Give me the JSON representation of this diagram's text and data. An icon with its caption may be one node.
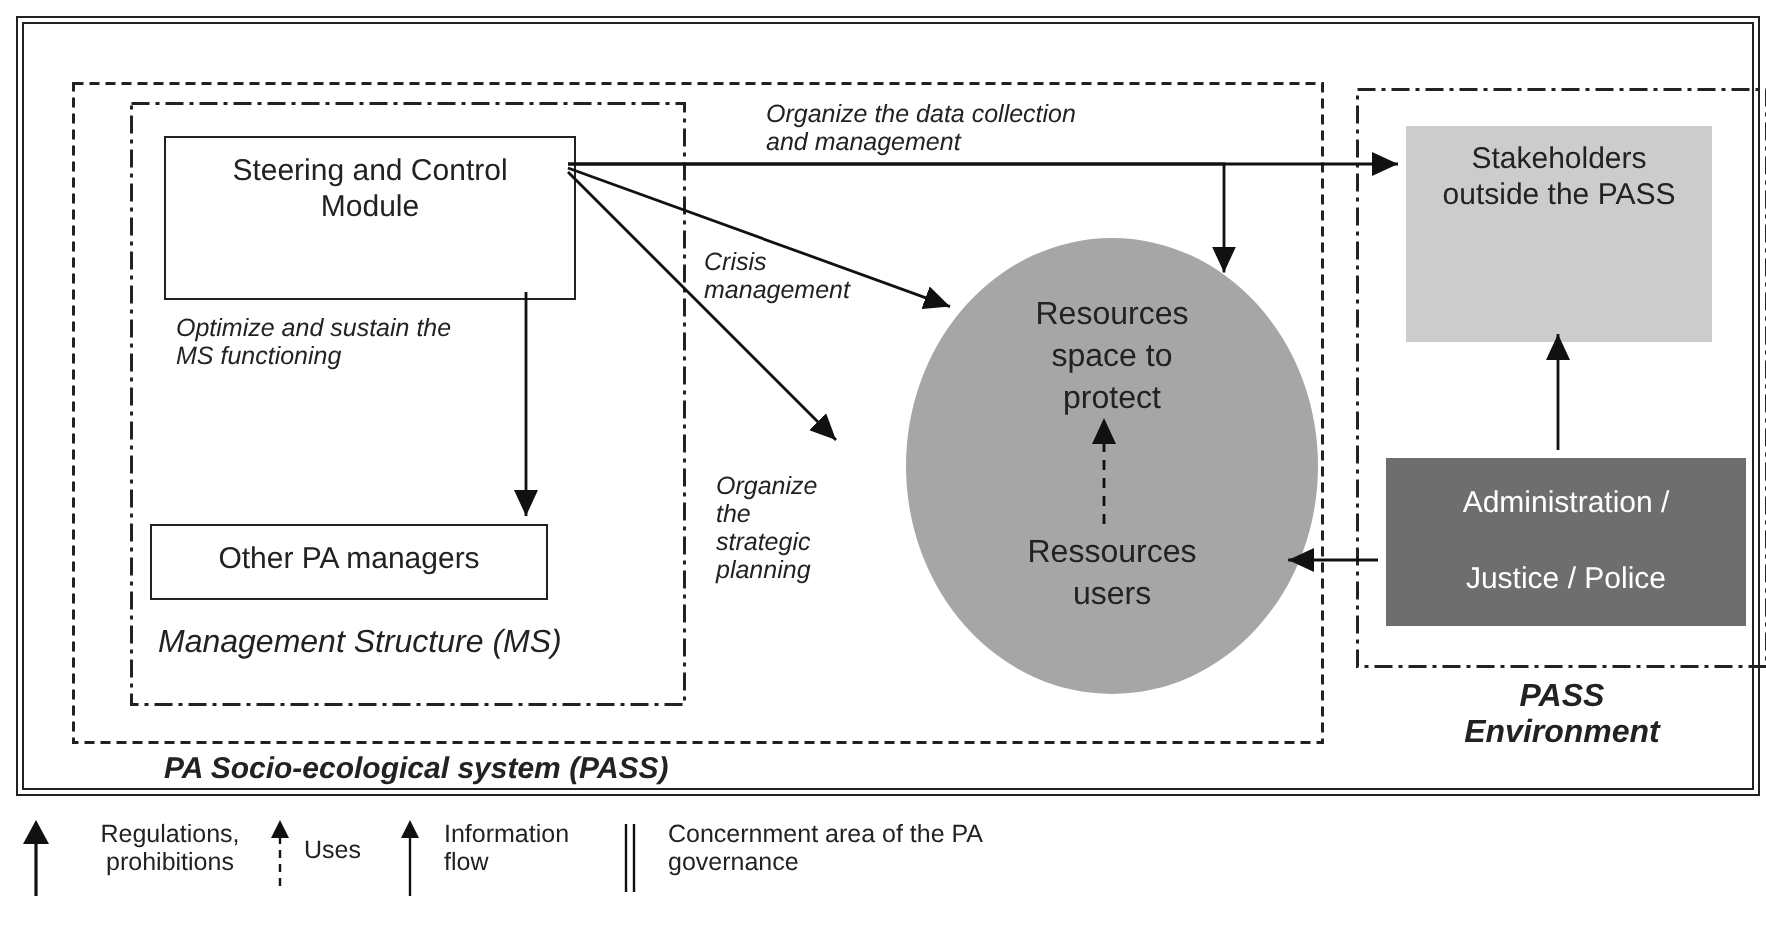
{
  "diagram": {
    "nodes": [
      {
        "text": [],
        "shape": "box"
      },
      {
        "text": [
          "PA Socio-ecological system (PASS)"
        ],
        "in": 0
      },
      {
        "text": [
          "Management Structure (MS)"
        ],
        "in": 1
      },
      {
        "text": [
          "Steering and Control Module"
        ],
        "in": 2
      },
      {
        "text": [
          "Other PA managers"
        ],
        "in": 2
      },
      {
        "text": [],
        "shape": "circle",
        "in": 1
      },
      {
        "text": [
          "Resources space to protect"
        ],
        "in": 5
      },
      {
        "text": [
          "Ressources users"
        ],
        "in": 5
      },
      {
        "text": [
          "PASS Environment"
        ],
        "in": 0
      },
      {
        "text": [
          "Stakeholders outside the PASS"
        ],
        "in": 8
      },
      {
        "text": [
          "Administration / Justice / Police"
        ],
        "in": 8
      }
    ],
    "edges": [
      {
        "from": 3,
        "to": 9,
        "arrow": "to",
        "label": "Organize the data collection and management"
      },
      {
        "from": 3,
        "to": 5,
        "arrow": "to"
      },
      {
        "from": 3,
        "to": 5,
        "arrow": "to",
        "label": "Crisis management"
      },
      {
        "from": 3,
        "to": null,
        "arrow": "to",
        "label": "Organize the strategic planning"
      },
      {
        "from": 3,
        "to": 4,
        "arrow": "to",
        "label": "Optimize and sustain the MS functioning"
      },
      {
        "from": 7,
        "to": 6,
        "arrow": "to",
        "style": "dashed"
      },
      {
        "from": 10,
        "to": 9,
        "arrow": "to"
      },
      {
        "from": 10,
        "to": 5,
        "arrow": "to"
      }
    ],
    "legend": [
      {
        "text": "Regulations, prohibitions"
      },
      {
        "text": "Uses"
      },
      {
        "text": "Information flow"
      },
      {
        "text": "Concernment area of the PA governance"
      }
    ]
  }
}
